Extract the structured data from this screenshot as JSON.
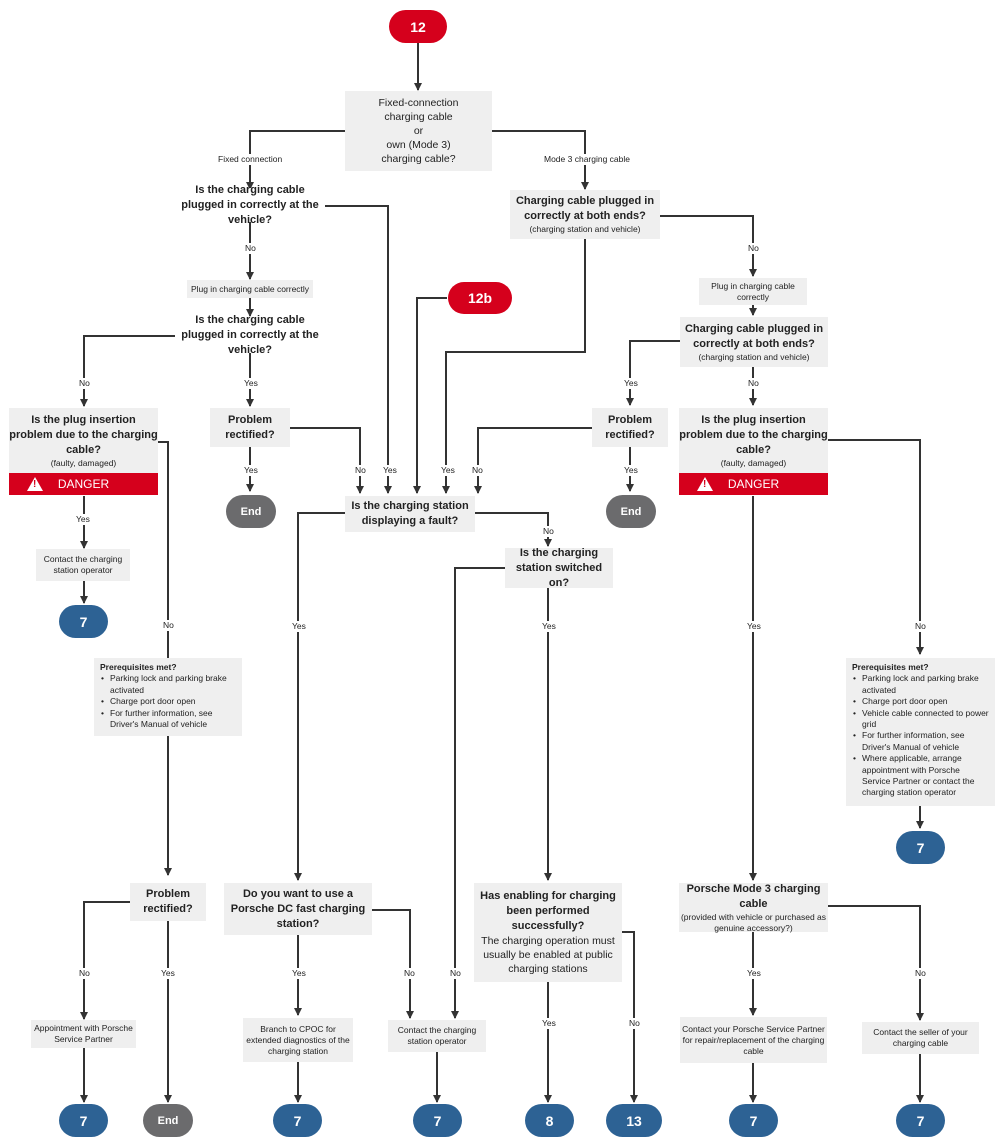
{
  "start": {
    "id12": "12",
    "id12b": "12b"
  },
  "q1": {
    "l1": "Fixed-connection",
    "l2": "charging cable",
    "l3": "or",
    "l4": "own (Mode 3)",
    "l5": "charging cable?"
  },
  "branch": {
    "fixed": "Fixed connection",
    "mode3": "Mode 3 charging cable"
  },
  "fc": {
    "q_plugged": "Is the charging cable plugged in correctly at the vehicle?",
    "plug_in": "Plug in charging cable correctly",
    "q_plugged2": "Is the charging cable plugged in correctly at the vehicle?",
    "q_insertion": "Is the plug insertion problem due to the charging cable?",
    "q_insertion_note": "(faulty, damaged)",
    "danger": "DANGER",
    "contact_operator": "Contact the charging station operator",
    "q_rectified": "Problem rectified?",
    "prereq_title": "Prerequisites met?",
    "prereq_items": [
      "Parking lock and parking brake activated",
      "Charge port door open",
      "For further information, see Driver's Manual of vehicle"
    ],
    "q_rectified2": "Problem rectified?",
    "appointment": "Appointment with Porsche Service Partner"
  },
  "m3": {
    "q_plugged": "Charging cable plugged in correctly at both ends?",
    "q_plugged_note": "(charging station and vehicle)",
    "plug_in": "Plug in charging cable correctly",
    "q_plugged2": "Charging cable plugged in correctly at both ends?",
    "q_plugged2_note": "(charging station and vehicle)",
    "q_rectified": "Problem rectified?",
    "q_insertion": "Is the plug insertion problem due to the charging cable?",
    "q_insertion_note": "(faulty, damaged)",
    "danger": "DANGER",
    "prereq_title": "Prerequisites met?",
    "prereq_items": [
      "Parking lock and parking brake activated",
      "Charge port door open",
      "Vehicle cable connected to power grid",
      "For further information, see Driver's Manual of vehicle",
      "Where applicable, arrange appointment with Porsche Service Partner or contact the charging station operator"
    ],
    "q_porsche_cable": "Porsche Mode 3 charging cable",
    "q_porsche_cable_note": "(provided with vehicle or purchased as genuine accessory?)",
    "contact_psp": "Contact your Porsche Service Partner for repair/replacement of the charging cable",
    "contact_seller": "Contact the seller of your charging cable"
  },
  "center": {
    "q_fault": "Is the charging station displaying a fault?",
    "q_switched": "Is the charging station switched on?",
    "q_dc": "Do you want to use a Porsche DC fast charging station?",
    "branch_cpoc": "Branch to CPOC for extended diagnostics of the charging station",
    "contact_operator": "Contact the charging station operator",
    "q_enabling": "Has enabling for charging been performed successfully?",
    "enabling_note": "The charging operation must usually be enabled at public charging stations"
  },
  "labels": {
    "yes": "Yes",
    "no": "No"
  },
  "ends": {
    "end": "End",
    "seven": "7",
    "eight": "8",
    "thirteen": "13"
  },
  "colors": {
    "red": "#d5001c",
    "blue": "#2d6294",
    "grey": "#6b6b6d",
    "box": "#efefef"
  }
}
